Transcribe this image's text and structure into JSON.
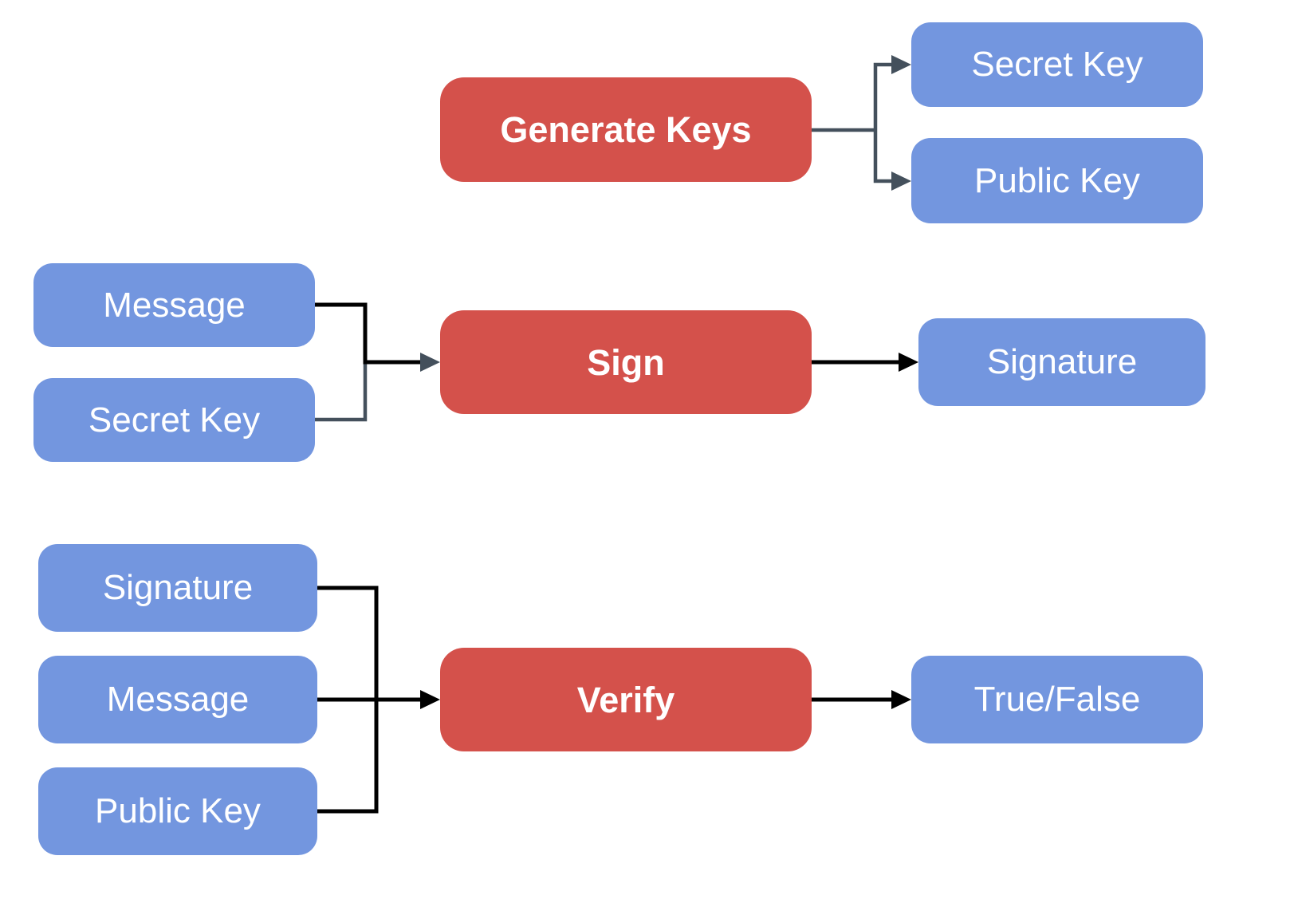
{
  "diagram": {
    "description": "Digital signature scheme flow diagram",
    "colors": {
      "background": "#ffffff",
      "process_fill": "#d4514b",
      "data_fill": "#7396df",
      "label_text": "#ffffff",
      "connector_slate": "#44505c",
      "connector_black": "#000000"
    },
    "nodes": {
      "generate_keys": {
        "label": "Generate Keys",
        "kind": "process"
      },
      "secret_key_out": {
        "label": "Secret Key",
        "kind": "data"
      },
      "public_key_out": {
        "label": "Public Key",
        "kind": "data"
      },
      "message_sign": {
        "label": "Message",
        "kind": "data"
      },
      "secret_key_sign": {
        "label": "Secret Key",
        "kind": "data"
      },
      "sign": {
        "label": "Sign",
        "kind": "process"
      },
      "signature_out": {
        "label": "Signature",
        "kind": "data"
      },
      "signature_verify": {
        "label": "Signature",
        "kind": "data"
      },
      "message_verify": {
        "label": "Message",
        "kind": "data"
      },
      "public_key_verify": {
        "label": "Public Key",
        "kind": "data"
      },
      "verify": {
        "label": "Verify",
        "kind": "process"
      },
      "true_false": {
        "label": "True/False",
        "kind": "data"
      }
    },
    "edges": [
      {
        "from": "Generate Keys",
        "to": "Secret Key"
      },
      {
        "from": "Generate Keys",
        "to": "Public Key"
      },
      {
        "from": "Message",
        "to": "Sign"
      },
      {
        "from": "Secret Key",
        "to": "Sign"
      },
      {
        "from": "Sign",
        "to": "Signature"
      },
      {
        "from": "Signature",
        "to": "Verify"
      },
      {
        "from": "Message",
        "to": "Verify"
      },
      {
        "from": "Public Key",
        "to": "Verify"
      },
      {
        "from": "Verify",
        "to": "True/False"
      }
    ]
  }
}
